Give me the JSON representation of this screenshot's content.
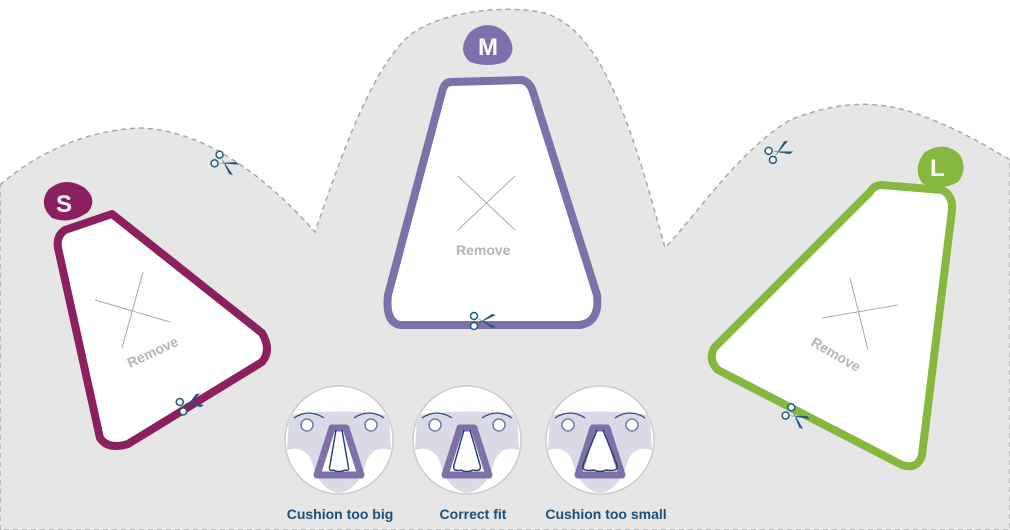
{
  "sizes": [
    {
      "badge": "S",
      "remove_label": "Remove",
      "color": "#8b1f5f"
    },
    {
      "badge": "M",
      "remove_label": "Remove",
      "color": "#7e70aa"
    },
    {
      "badge": "L",
      "remove_label": "Remove",
      "color": "#84b83f"
    }
  ],
  "fit_examples": [
    {
      "label": "Cushion too big"
    },
    {
      "label": "Correct fit"
    },
    {
      "label": "Cushion too small"
    }
  ],
  "colors": {
    "template_bg": "#e6e6e6",
    "scissors": "#1f5a7c",
    "label": "#1d4f78"
  }
}
